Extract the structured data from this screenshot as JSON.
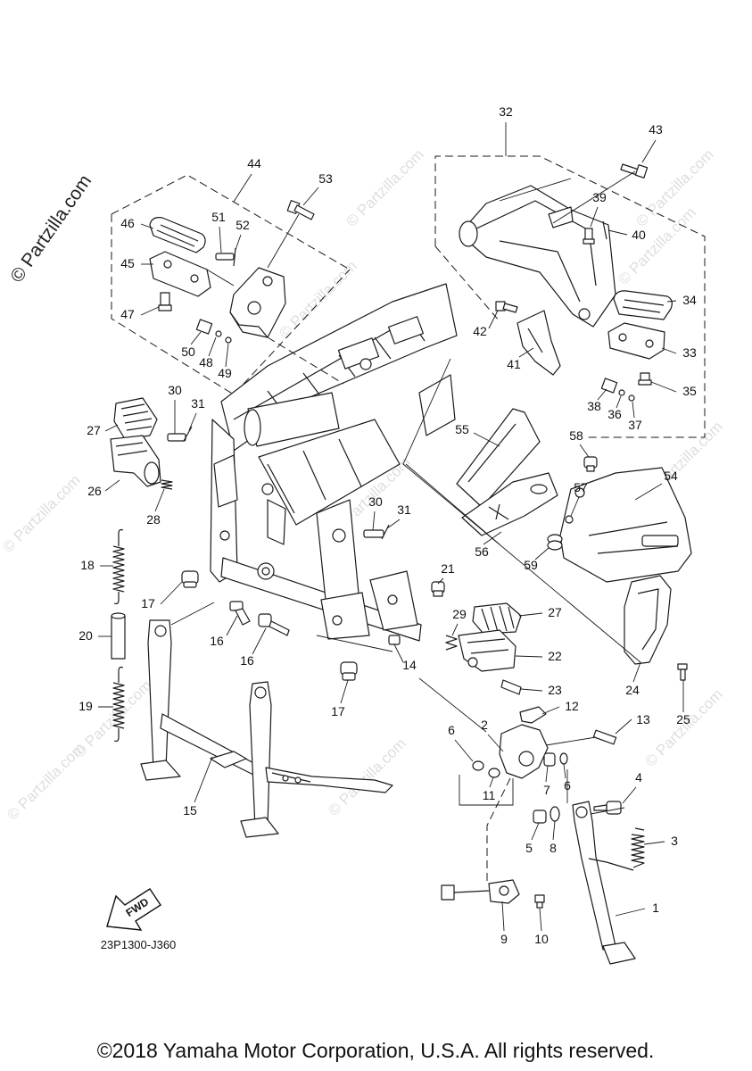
{
  "diagram": {
    "watermark": "© Partzilla.com",
    "code": "23P1300-J360",
    "fwd_label": "FWD",
    "copyright": "©2018 Yamaha Motor Corporation, U.S.A. All rights reserved.",
    "callouts": [
      "32",
      "43",
      "44",
      "53",
      "39",
      "40",
      "46",
      "51",
      "52",
      "45",
      "34",
      "47",
      "42",
      "33",
      "50",
      "48",
      "49",
      "41",
      "35",
      "38",
      "36",
      "37",
      "30",
      "31",
      "27",
      "55",
      "58",
      "54",
      "26",
      "57",
      "28",
      "30",
      "31",
      "56",
      "59",
      "18",
      "21",
      "17",
      "27",
      "29",
      "16",
      "20",
      "22",
      "16",
      "14",
      "23",
      "24",
      "17",
      "19",
      "12",
      "13",
      "25",
      "2",
      "6",
      "7",
      "11",
      "6",
      "4",
      "15",
      "3",
      "5",
      "8",
      "1",
      "9",
      "10"
    ]
  }
}
